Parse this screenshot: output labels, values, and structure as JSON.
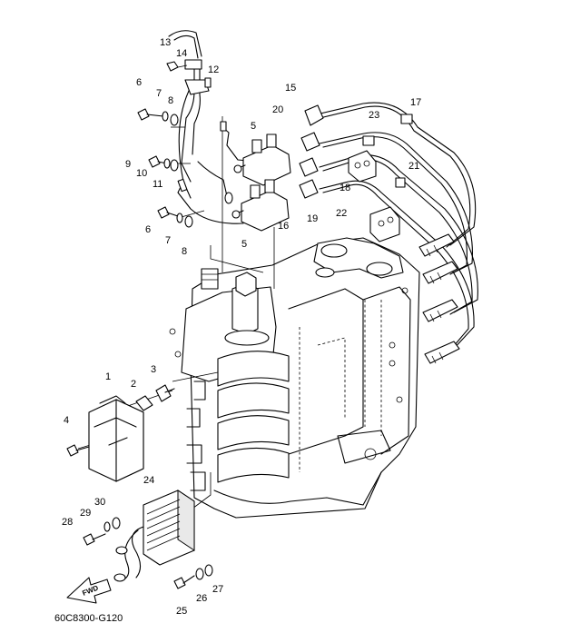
{
  "diagram": {
    "drawing_code": "60C8300-G120",
    "fwd_label": "FWD",
    "callouts": [
      "1",
      "2",
      "3",
      "4",
      "5",
      "5",
      "6",
      "6",
      "7",
      "7",
      "8",
      "8",
      "9",
      "10",
      "11",
      "12",
      "13",
      "14",
      "15",
      "16",
      "17",
      "18",
      "19",
      "20",
      "21",
      "22",
      "23",
      "24",
      "25",
      "26",
      "27",
      "28",
      "29",
      "30"
    ]
  }
}
